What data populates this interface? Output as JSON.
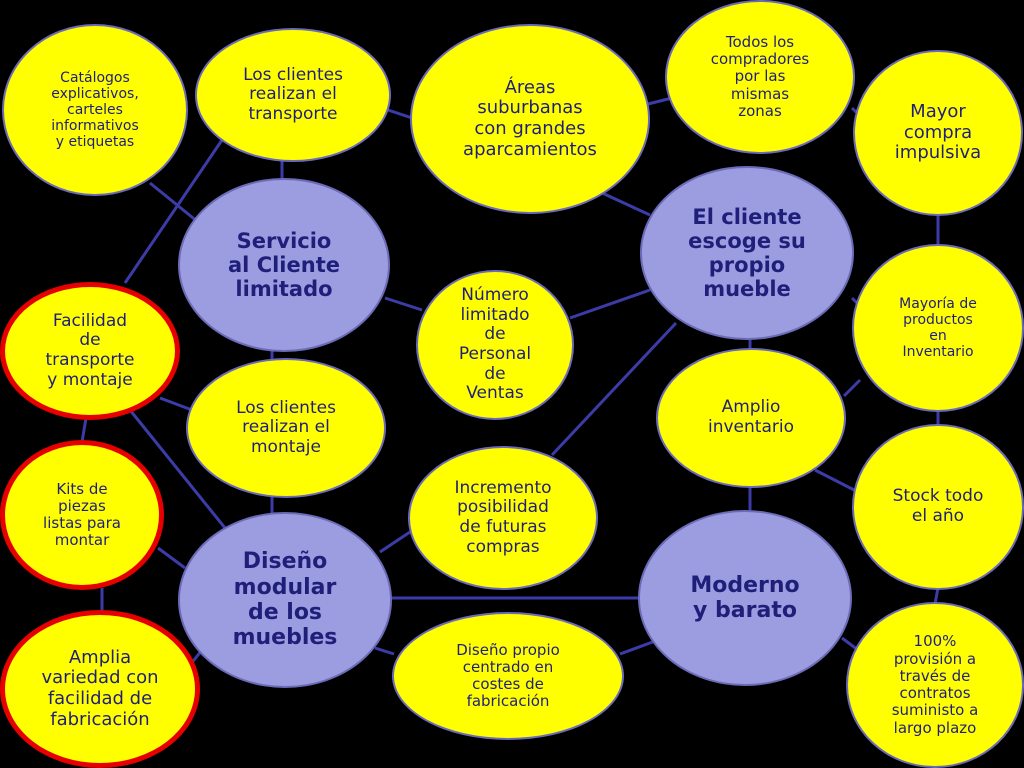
{
  "colors": {
    "background": "#000000",
    "peripheral_fill": "#ffff00",
    "core_fill": "#9c9ce0",
    "border": "#6b6bb8",
    "highlight_ring": "#e60000",
    "text": "#1f1f7a",
    "connector": "#3c3ca8"
  },
  "nodes": {
    "catalogos": "Catálogos\nexplicativos,\ncarteles\ninformativos\ny etiquetas",
    "clientes_transporte": "Los clientes\nrealizan el\ntransporte",
    "areas_suburbanas": "Áreas\nsuburbanas\ncon grandes\naparcamientos",
    "todos_compradores": "Todos los\ncompradores\npor las\nmismas\nzonas",
    "mayor_compra": "Mayor\ncompra\nimpulsiva",
    "servicio_cliente": "Servicio\nal Cliente\nlimitado",
    "numero_limitado": "Número\nlimitado\nde\nPersonal\nde\nVentas",
    "cliente_escoge": "El cliente\nescoge su\npropio\nmueble",
    "mayoria_productos": "Mayoría de\nproductos\nen\nInventario",
    "facilidad_transporte": "Facilidad\nde\ntransporte\ny montaje",
    "clientes_montaje": "Los clientes\nrealizan el\nmontaje",
    "amplio_inventario": "Amplio\ninventario",
    "kits_piezas": "Kits de\npiezas\nlistas para\nmontar",
    "incremento": "Incremento\nposibilidad\nde futuras\ncompras",
    "stock": "Stock todo\nel año",
    "diseno_modular": "Diseño\nmodular\nde los\nmuebles",
    "moderno_barato": "Moderno\ny barato",
    "amplia_variedad": "Amplia\nvariedad con\nfacilidad de\nfabricación",
    "diseno_propio": "Diseño propio\ncentrado en\ncostes de\nfabricación",
    "provision": "100%\nprovisión a\ntravés de\ncontratos\nsuministo a\nlargo plazo"
  }
}
